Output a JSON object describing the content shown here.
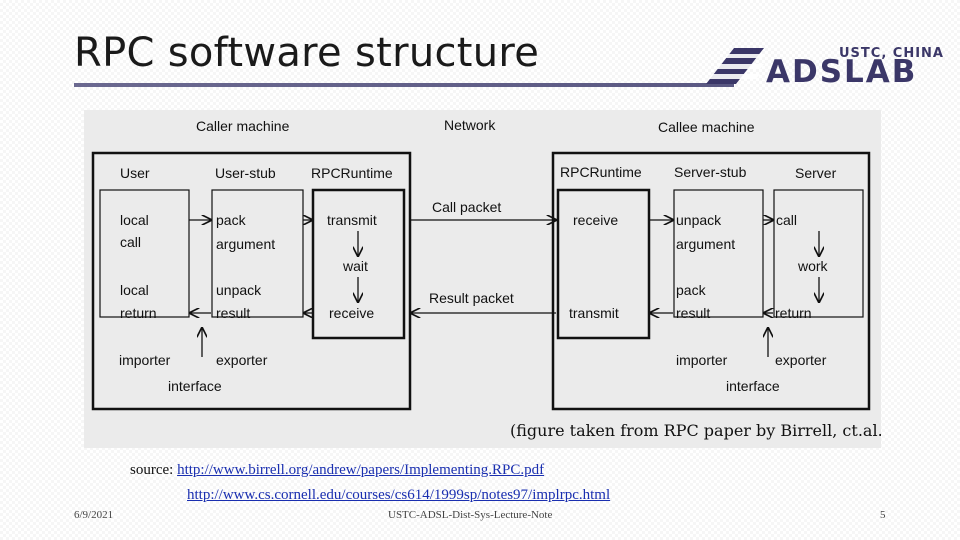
{
  "slide": {
    "title": "RPC software structure",
    "logo": {
      "caption": "USTC, CHINA",
      "word": "ADSLAB"
    },
    "colors": {
      "title_rule": "#6b6990",
      "logo": "#3b3768",
      "link": "#1a2fb0",
      "figure_bg": "#ebebeb"
    }
  },
  "figure": {
    "headings": {
      "caller": "Caller machine",
      "network": "Network",
      "callee": "Callee machine"
    },
    "caller": {
      "user": {
        "title": "User",
        "lines": [
          "local",
          "call",
          "local",
          "return",
          "importer"
        ]
      },
      "user_stub": {
        "title": "User-stub",
        "lines": [
          "pack",
          "argument",
          "unpack",
          "result",
          "exporter"
        ]
      },
      "runtime": {
        "title": "RPCRuntime",
        "lines": [
          "transmit",
          "wait",
          "receive"
        ]
      },
      "interface": "interface"
    },
    "callee": {
      "runtime": {
        "title": "RPCRuntime",
        "lines": [
          "receive",
          "transmit"
        ]
      },
      "server_stub": {
        "title": "Server-stub",
        "lines": [
          "unpack",
          "argument",
          "pack",
          "result",
          "importer"
        ]
      },
      "server": {
        "title": "Server",
        "lines": [
          "call",
          "work",
          "return",
          "exporter"
        ]
      },
      "interface": "interface"
    },
    "network": {
      "call_packet": "Call packet",
      "result_packet": "Result packet"
    },
    "caption": "(figure taken from RPC paper by Birrell, ct.al.)"
  },
  "source": {
    "label": "source:",
    "url1": "http://www.birrell.org/andrew/papers/Implementing.RPC.pdf",
    "url2": "http://www.cs.cornell.edu/courses/cs614/1999sp/notes97/implrpc.html"
  },
  "footer": {
    "date": "6/9/2021",
    "center": "USTC-ADSL-Dist-Sys-Lecture-Note",
    "page": "5"
  }
}
